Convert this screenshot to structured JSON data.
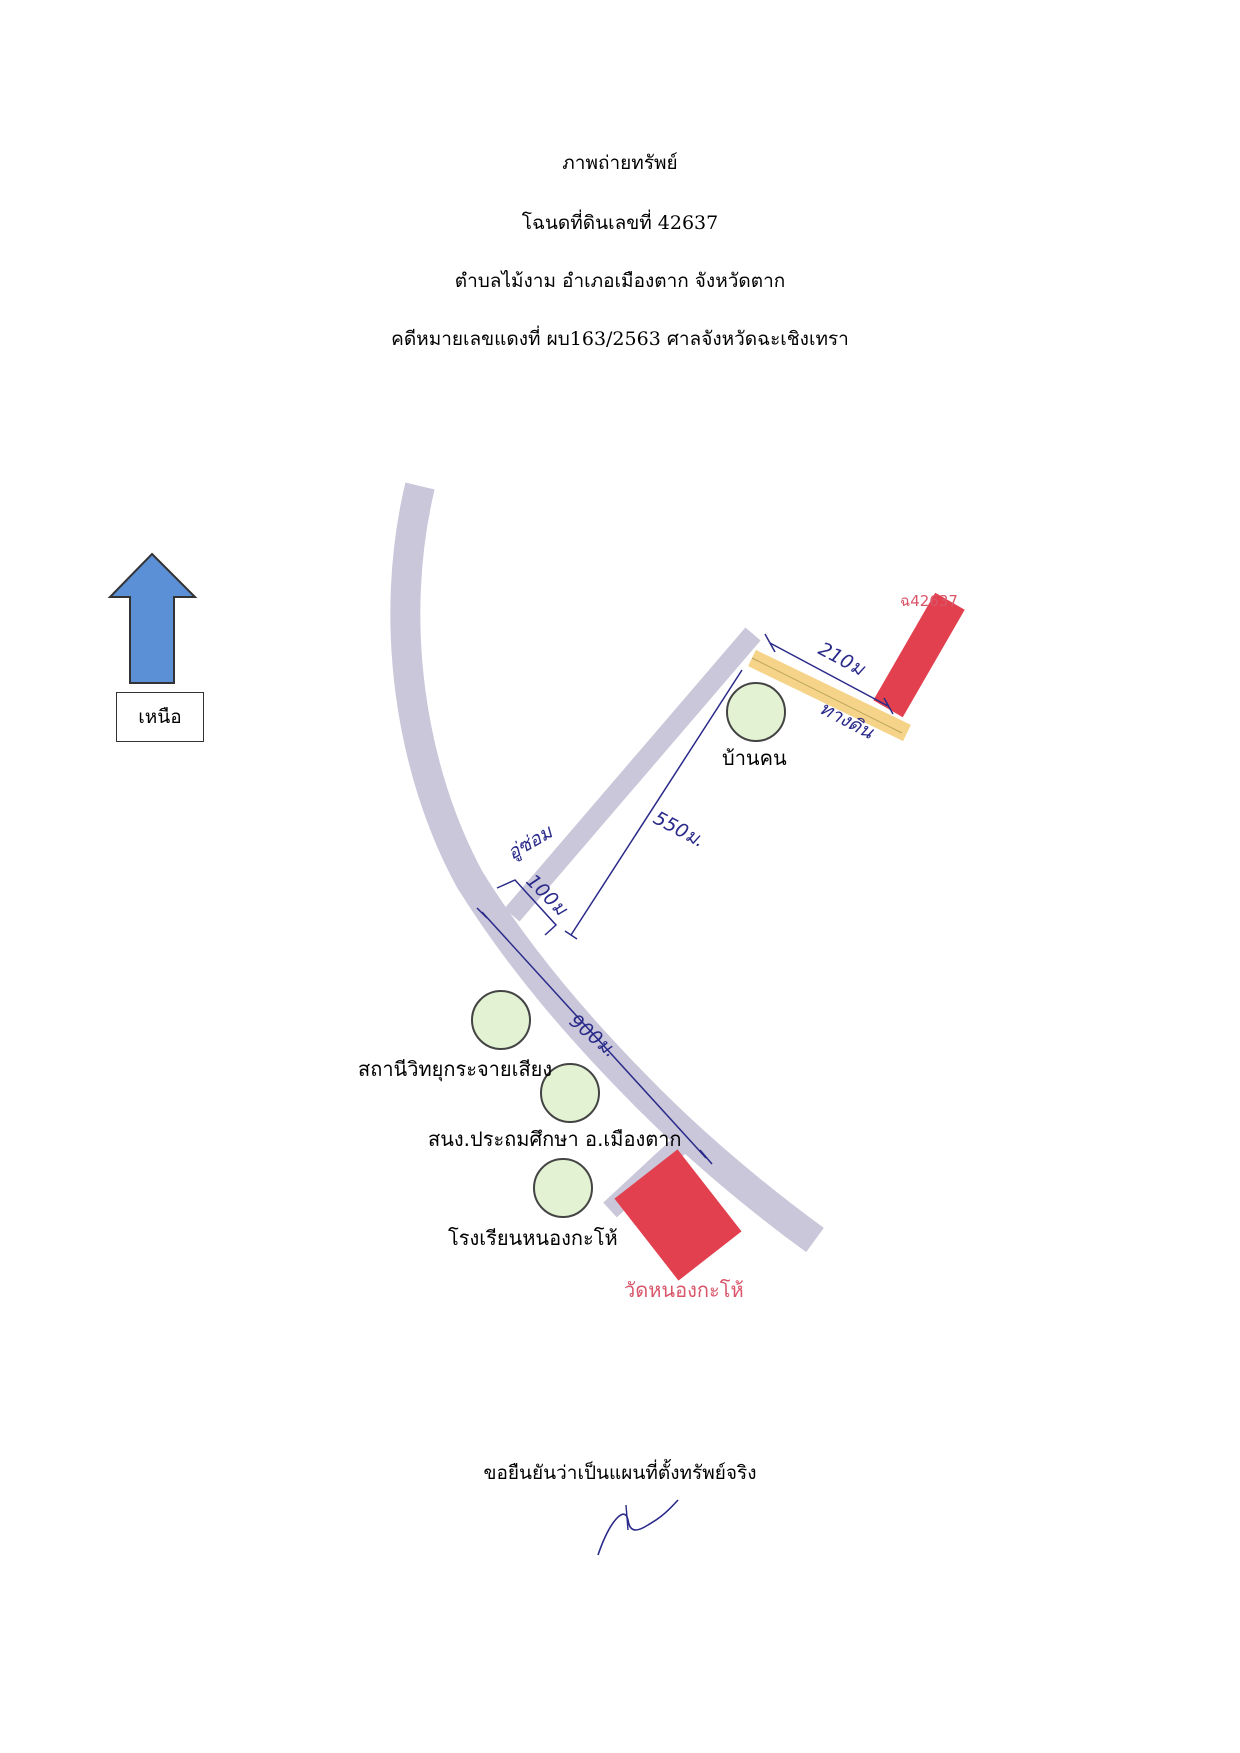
{
  "header": {
    "title": "ภาพถ่ายทรัพย์",
    "deed": "โฉนดที่ดินเลขที่ 42637",
    "location": "ตำบลไม้งาม อำเภอเมืองตาก จังหวัดตาก",
    "case": "คดีหมายเลขแดงที่ ผบ163/2563 ศาลจังหวัดฉะเชิงเทรา"
  },
  "legend": {
    "north_label": "เหนือ",
    "arrow_icon": "north-arrow-icon",
    "arrow_color": "#5b8fd6"
  },
  "map": {
    "plot_label": "ฉ42637",
    "landmarks": {
      "house": "บ้านคน",
      "radio_station": "สถานีวิทยุกระจายเสียง",
      "education_office": "สนง.ประถมศึกษา อ.เมืองตาก",
      "school": "โรงเรียนหนองกะโห้",
      "temple": "วัดหนองกะโห้"
    },
    "handwritten": {
      "dist_210": "210ม",
      "dirt_road": "ทางดิน",
      "dist_550": "550ม.",
      "junction": "อู่ซ่อม",
      "dist_100": "100ม",
      "dist_900": "900ม."
    },
    "colors": {
      "road": "#c9c7d9",
      "dirt_road": "#f5d48a",
      "plot": "#e2404f",
      "landmark_fill": "#e4f2d4",
      "landmark_stroke": "#444444",
      "plot_label": "#d9566a",
      "pen": "#2a2a8a"
    }
  },
  "footer": {
    "confirm": "ขอยืนยันว่าเป็นแผนที่ตั้งทรัพย์จริง"
  }
}
